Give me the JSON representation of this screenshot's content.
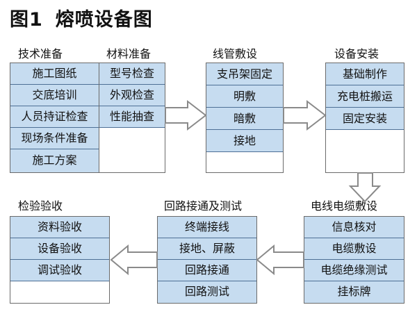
{
  "title": {
    "figure": "图1",
    "text": "熔喷设备图"
  },
  "groups": {
    "tech": {
      "header": "技术准备",
      "items": [
        "施工图纸",
        "交底培训",
        "人员持证检查",
        "现场条件准备",
        "施工方案"
      ]
    },
    "material": {
      "header": "材料准备",
      "items": [
        "型号检查",
        "外观检查",
        "性能抽查"
      ]
    },
    "pipe": {
      "header": "线管敷设",
      "items": [
        "支吊架固定",
        "明敷",
        "暗敷",
        "接地"
      ]
    },
    "install": {
      "header": "设备安装",
      "items": [
        "基础制作",
        "充电桩搬运",
        "固定安装"
      ]
    },
    "cable": {
      "header": "电线电缆敷设",
      "items": [
        "信息核对",
        "电缆敷设",
        "电缆绝缘测试",
        "挂标牌"
      ]
    },
    "loop": {
      "header": "回路接通及测试",
      "items": [
        "终端接线",
        "接地、屏蔽",
        "回路接通",
        "回路测试"
      ]
    },
    "accept": {
      "header": "检验验收",
      "items": [
        "资料验收",
        "设备验收",
        "调试验收"
      ]
    }
  },
  "colors": {
    "cell_fill": "#c6dcf0",
    "cell_border": "#4d6f95",
    "box_border": "#6a6a6a",
    "arrow_fill": "#ffffff",
    "arrow_stroke": "#8a8a8a"
  }
}
